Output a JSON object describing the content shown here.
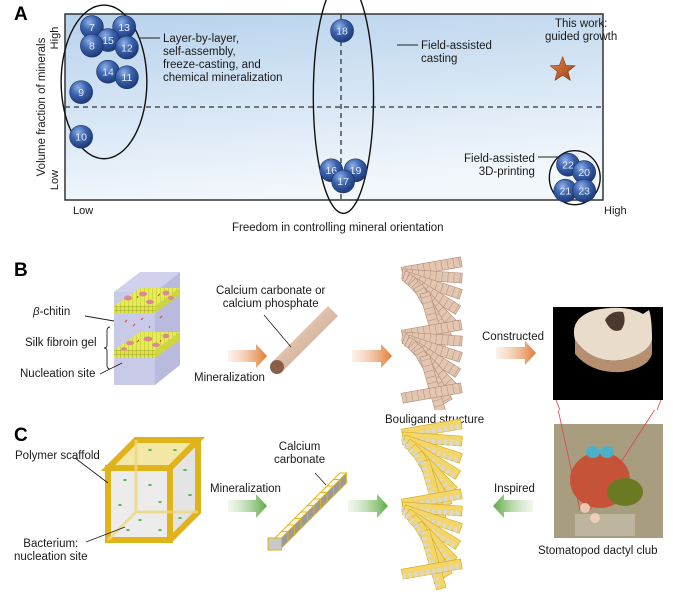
{
  "panels": {
    "a": {
      "letter": "A"
    },
    "b": {
      "letter": "B"
    },
    "c": {
      "letter": "C"
    }
  },
  "chart_data": {
    "type": "scatter",
    "title": "",
    "xlabel": "Freedom in controlling mineral orientation",
    "ylabel": "Volume fraction of minerals",
    "x_ticks": [
      "Low",
      "High"
    ],
    "y_ticks": [
      "Low",
      "High"
    ],
    "xlim": [
      0,
      1
    ],
    "ylim": [
      0,
      1
    ],
    "grid": false,
    "dividers": {
      "x": 0.5,
      "y": 0.5,
      "style": "dashed"
    },
    "points": [
      {
        "label": "7",
        "x": 0.05,
        "y": 0.93,
        "group": "left"
      },
      {
        "label": "13",
        "x": 0.11,
        "y": 0.93,
        "group": "left"
      },
      {
        "label": "15",
        "x": 0.08,
        "y": 0.86,
        "group": "left"
      },
      {
        "label": "8",
        "x": 0.05,
        "y": 0.83,
        "group": "left"
      },
      {
        "label": "12",
        "x": 0.115,
        "y": 0.82,
        "group": "left"
      },
      {
        "label": "14",
        "x": 0.08,
        "y": 0.69,
        "group": "left"
      },
      {
        "label": "11",
        "x": 0.115,
        "y": 0.66,
        "group": "left"
      },
      {
        "label": "9",
        "x": 0.03,
        "y": 0.58,
        "group": "left"
      },
      {
        "label": "10",
        "x": 0.03,
        "y": 0.34,
        "group": "left"
      },
      {
        "label": "18",
        "x": 0.515,
        "y": 0.91,
        "group": "middle"
      },
      {
        "label": "16",
        "x": 0.495,
        "y": 0.16,
        "group": "middle"
      },
      {
        "label": "19",
        "x": 0.54,
        "y": 0.16,
        "group": "middle"
      },
      {
        "label": "17",
        "x": 0.517,
        "y": 0.1,
        "group": "middle"
      },
      {
        "label": "22",
        "x": 0.935,
        "y": 0.19,
        "group": "right"
      },
      {
        "label": "20",
        "x": 0.965,
        "y": 0.15,
        "group": "right"
      },
      {
        "label": "21",
        "x": 0.93,
        "y": 0.05,
        "group": "right"
      },
      {
        "label": "23",
        "x": 0.965,
        "y": 0.05,
        "group": "right"
      }
    ],
    "highlight": {
      "label": "This work: guided growth",
      "x": 0.925,
      "y": 0.7,
      "marker": "star",
      "color": "#c8642a"
    },
    "annotations": [
      {
        "group": "left",
        "lines": [
          "Layer-by-layer,",
          "self-assembly,",
          "freeze-casting, and",
          "chemical mineralization"
        ]
      },
      {
        "group": "middle",
        "lines": [
          "Field-assisted",
          "casting"
        ]
      },
      {
        "group": "right",
        "lines": [
          "Field-assisted",
          "3D-printing"
        ]
      },
      {
        "group": "star",
        "lines": [
          "This work:",
          "guided growth"
        ]
      }
    ],
    "colors": {
      "bg_top": "#b9d4ec",
      "bg_bottom": "#eef4fb",
      "sphere": "#3a5fa8",
      "sphere_dark": "#1f3a78"
    }
  },
  "panel_b": {
    "labels": {
      "beta_chitin": "β-chitin",
      "beta_symbol": "β",
      "beta_rest": "-chitin",
      "silk_gel": "Silk fibroin gel",
      "nucleation": "Nucleation site",
      "rod_line1": "Calcium carbonate or",
      "rod_line2": "calcium phosphate",
      "mineralization": "Mineralization",
      "constructed": "Constructed",
      "bouligand": "Bouligand structure"
    },
    "arrow_color": "#e07a32"
  },
  "panel_c": {
    "labels": {
      "scaffold": "Polymer scaffold",
      "bacterium_line1": "Bacterium:",
      "bacterium_line2": "nucleation site",
      "mineralization": "Mineralization",
      "rod_line1": "Calcium",
      "rod_line2": "carbonate",
      "inspired": "Inspired",
      "stomatopod": "Stomatopod dactyl club"
    },
    "arrow_color": "#5da844"
  }
}
